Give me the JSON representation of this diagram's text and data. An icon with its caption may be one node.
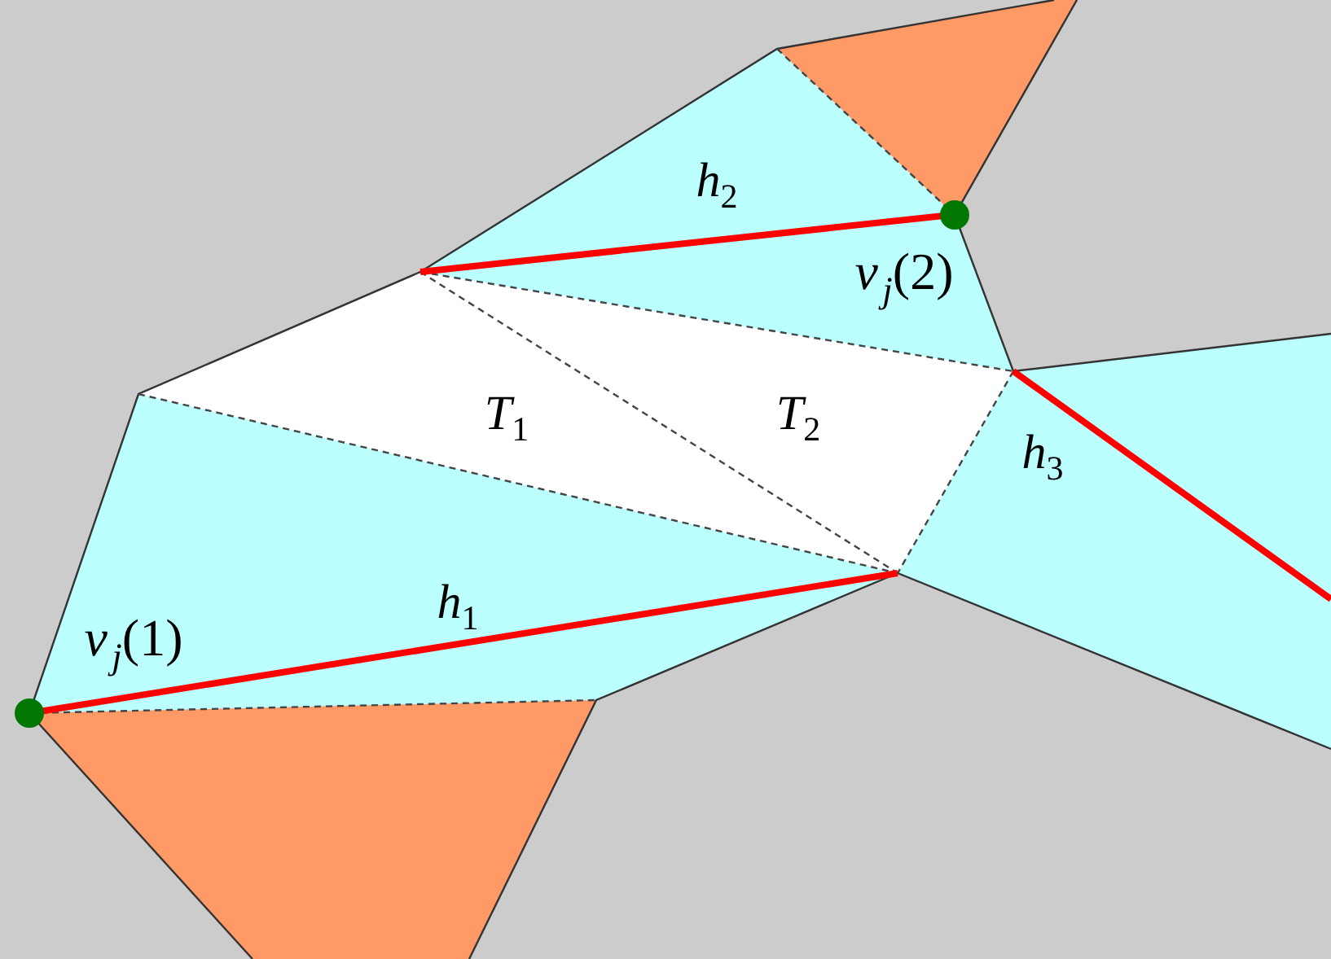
{
  "diagram": {
    "labels": [
      "*h*$_{2}$",
      "*v*$_{j}$(2)",
      "*T*$_{1}$",
      "*T*$_{2}$",
      "*h*$_{3}$",
      "*v*$_{j}$(1)",
      "*h*$_{1}$"
    ]
  }
}
